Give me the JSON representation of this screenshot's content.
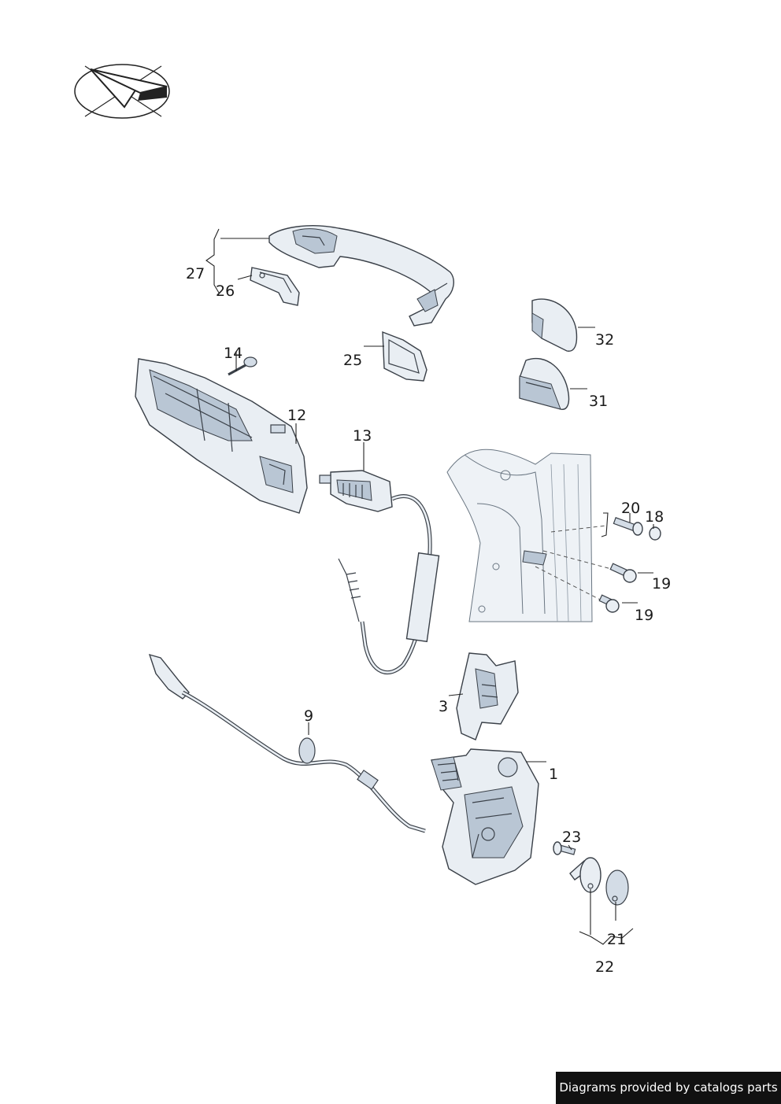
{
  "labels": {
    "p1": "1",
    "p3": "3",
    "p9": "9",
    "p12": "12",
    "p13": "13",
    "p14": "14",
    "p18": "18",
    "p19a": "19",
    "p19b": "19",
    "p20": "20",
    "p21": "21",
    "p22": "22",
    "p23": "23",
    "p25": "25",
    "p26": "26",
    "p27": "27",
    "p31": "31",
    "p32": "32"
  },
  "footer": {
    "text": "Diagrams provided by catalogs parts"
  },
  "colors": {
    "footer_bg": "#111111",
    "part_fill": "#e9eef3",
    "outline": "#3a4048"
  }
}
